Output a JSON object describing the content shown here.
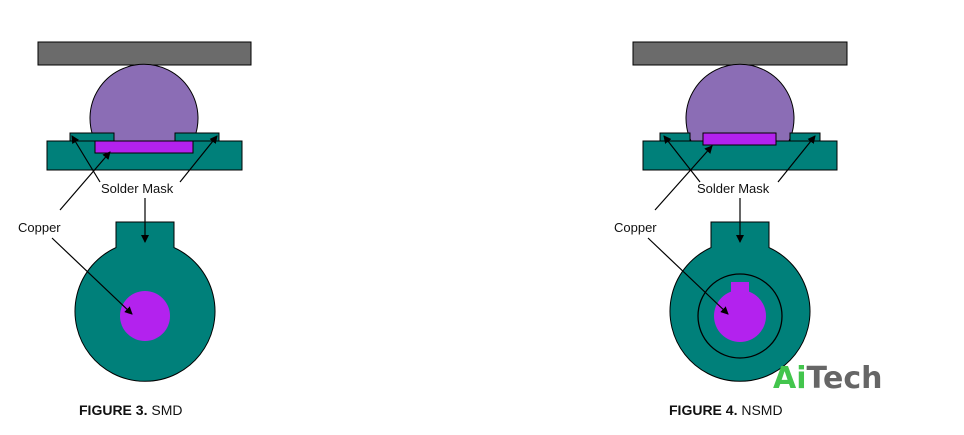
{
  "figures": [
    {
      "id": "smd",
      "labels": {
        "solder_mask": "Solder Mask",
        "copper": "Copper"
      },
      "caption": {
        "bold": "FIGURE 3.",
        "text": " SMD"
      }
    },
    {
      "id": "nsmd",
      "labels": {
        "solder_mask": "Solder Mask",
        "copper": "Copper"
      },
      "caption": {
        "bold": "FIGURE 4.",
        "text": " NSMD"
      }
    }
  ],
  "watermark": {
    "part1": "Ai",
    "part2": "Tech"
  },
  "colors": {
    "board": "#00807a",
    "ball": "#8b6db5",
    "copper": "#b322ee",
    "top_plate": "#6b6b6b",
    "watermark_green": "#43c54d",
    "watermark_gray": "#666666"
  }
}
